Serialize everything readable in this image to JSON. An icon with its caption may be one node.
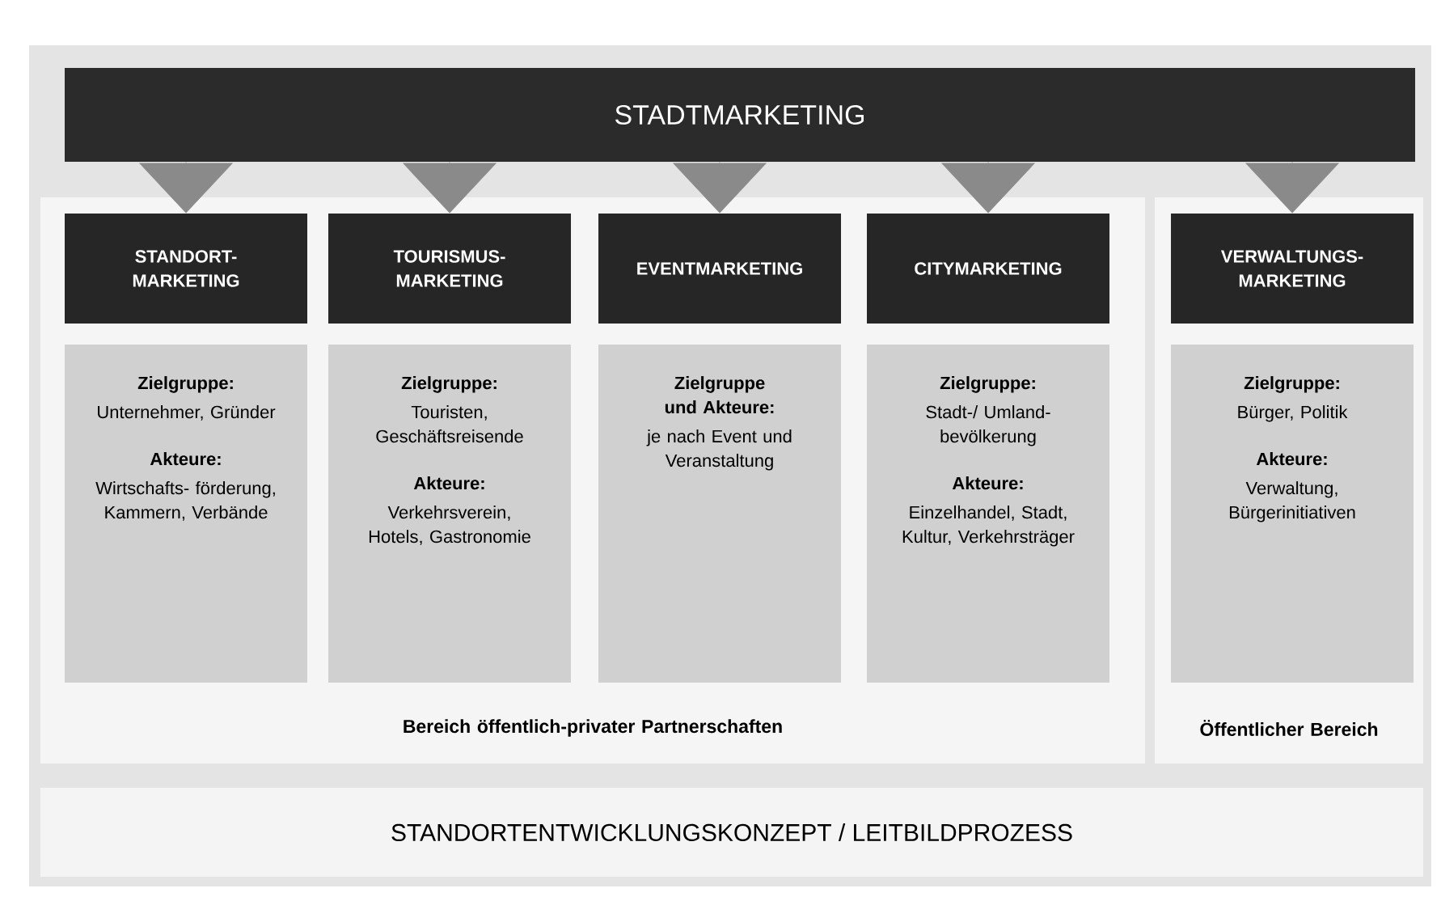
{
  "diagram": {
    "nodes": [
      {
        "text": [
          "STADTMARKETING"
        ]
      },
      {
        "text": [
          "Bereich öffentlich-privater Partnerschaften"
        ]
      },
      {
        "text": [
          "Öffentlicher Bereich"
        ]
      },
      {
        "text": [
          "STANDORT- MARKETING"
        ],
        "in": 1
      },
      {
        "text": [
          "TOURISMUS- MARKETING"
        ],
        "in": 1
      },
      {
        "text": [
          "EVENTMARKETING"
        ],
        "in": 1
      },
      {
        "text": [
          "CITYMARKETING"
        ],
        "in": 1
      },
      {
        "text": [
          "VERWALTUNGS- MARKETING"
        ],
        "in": 2
      },
      {
        "text": [
          "Zielgruppe:",
          "Unternehmer, Gründer",
          "Akteure:",
          "Wirtschafts- förderung, Kammern, Verbände"
        ],
        "in": 1
      },
      {
        "text": [
          "Zielgruppe:",
          "Touristen, Geschäftsreisende",
          "Akteure:",
          "Verkehrsverein, Hotels, Gastronomie"
        ],
        "in": 1
      },
      {
        "text": [
          "Zielgruppe und Akteure:",
          "je nach Event und Veranstaltung"
        ],
        "in": 1
      },
      {
        "text": [
          "Zielgruppe:",
          "Stadt-/ Umland- bevölkerung",
          "Akteure:",
          "Einzelhandel, Stadt, Kultur, Verkehrsträger"
        ],
        "in": 1
      },
      {
        "text": [
          "Zielgruppe:",
          "Bürger, Politik",
          "Akteure:",
          "Verwaltung, Bürgerinitiativen"
        ],
        "in": 2
      },
      {
        "text": [
          "STANDORTENTWICKLUNGSKONZEPT / LEITBILDPROZESS"
        ]
      }
    ],
    "edges": [
      {
        "from": 0,
        "to": 3,
        "arrow": "to"
      },
      {
        "from": 0,
        "to": 4,
        "arrow": "to"
      },
      {
        "from": 0,
        "to": 5,
        "arrow": "to"
      },
      {
        "from": 0,
        "to": 6,
        "arrow": "to"
      },
      {
        "from": 0,
        "to": 7,
        "arrow": "to"
      }
    ]
  }
}
